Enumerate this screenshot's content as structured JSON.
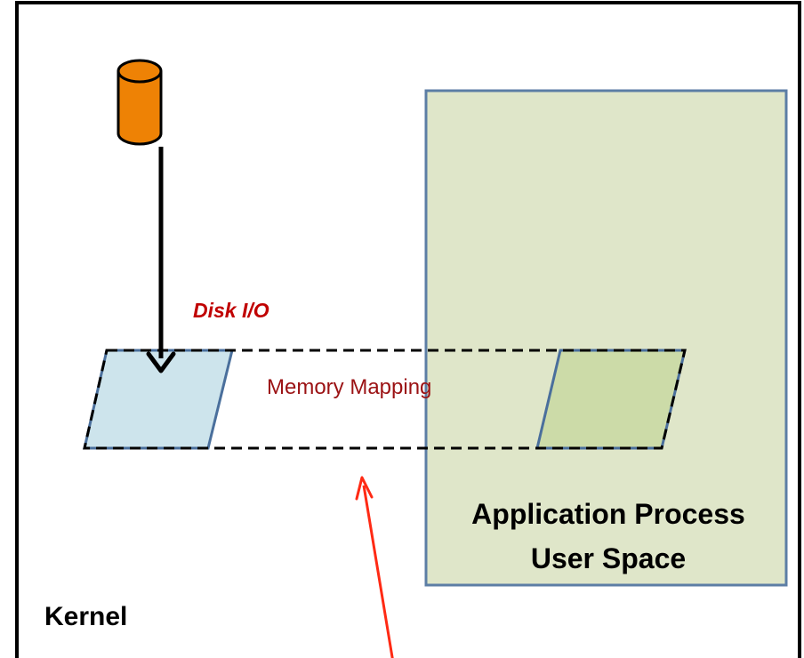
{
  "diagram": {
    "labels": {
      "disk_io": "Disk I/O",
      "memory_mapping": "Memory Mapping",
      "app_line1": "Application Process",
      "app_line2": "User Space",
      "kernel": "Kernel"
    },
    "colors": {
      "frame": "#000000",
      "disk": "#ee8205",
      "app_fill": "#dfe6c9",
      "app_stroke": "#5c7ea5",
      "kernel_page_fill": "#cde4ec",
      "user_page_fill": "#ccdba8",
      "page_stroke": "#4a6f9c",
      "disk_io_text": "#c00000",
      "mapping_text": "#9b1214",
      "pointer": "#ff2a14"
    }
  }
}
